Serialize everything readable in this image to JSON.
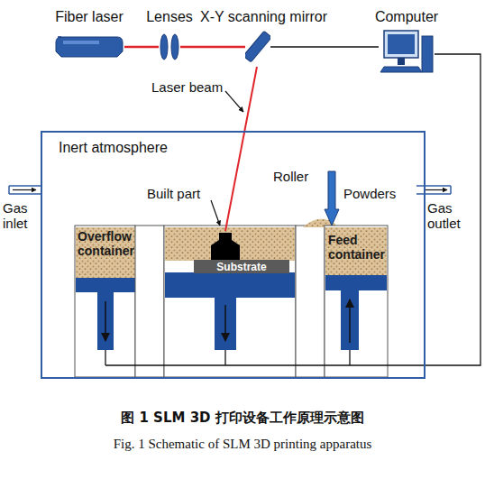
{
  "diagram": {
    "caption": "图 1 SLM 3D 打印设备工作原理示意图",
    "nodes": [
      {
        "text": [
          "Fiber laser"
        ]
      },
      {
        "text": [
          "Lenses"
        ]
      },
      {
        "text": [
          "X-Y scanning mirror"
        ]
      },
      {
        "text": [
          "Computer"
        ]
      },
      {
        "text": [
          "Inert atmosphere"
        ]
      },
      {
        "text": [
          "Overflow container"
        ],
        "in": 4
      },
      {
        "text": [
          "Substrate"
        ],
        "in": 4
      },
      {
        "text": [
          "Feed container"
        ],
        "in": 4
      }
    ],
    "edges": [
      {
        "from": 0,
        "to": 1,
        "arrow": "none"
      },
      {
        "from": 1,
        "to": 2,
        "arrow": "none"
      },
      {
        "from": 2,
        "to": 3,
        "arrow": "none"
      }
    ],
    "labels": [
      "Laser beam",
      "Built part",
      "Roller",
      "Powders",
      "Gas inlet",
      "Gas outlet",
      "Fig. 1 Schematic of SLM 3D printing apparatus"
    ]
  }
}
